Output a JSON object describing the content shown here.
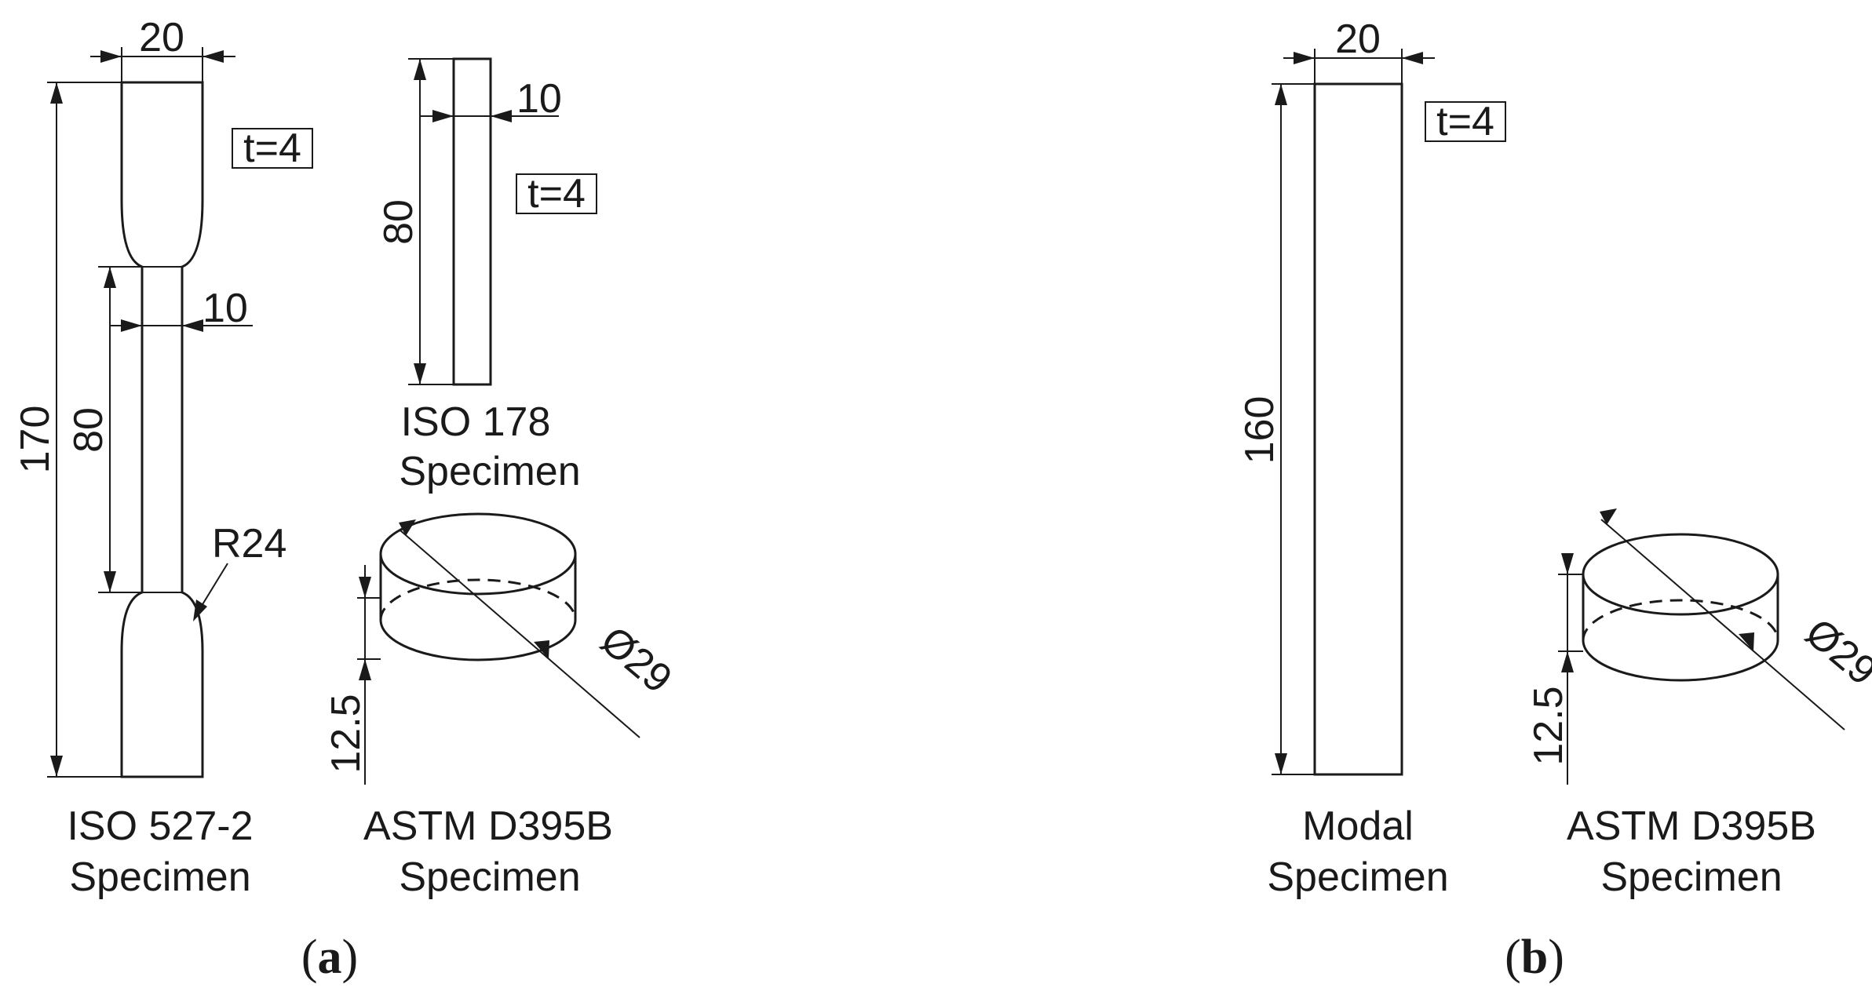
{
  "panel_a": {
    "label_open": "(",
    "label_letter": "a",
    "label_close": ")",
    "iso527": {
      "width": "20",
      "length": "170",
      "gauge_length": "80",
      "gauge_width": "10",
      "radius": "R24",
      "thickness": "t=4",
      "caption_line1": "ISO 527-2",
      "caption_line2": "Specimen"
    },
    "iso178": {
      "length": "80",
      "width": "10",
      "thickness": "t=4",
      "caption_line1": "ISO 178",
      "caption_line2": "Specimen"
    },
    "astm": {
      "height": "12.5",
      "diameter": "Ø29",
      "caption_line1": "ASTM D395B",
      "caption_line2": "Specimen"
    }
  },
  "panel_b": {
    "label_open": "(",
    "label_letter": "b",
    "label_close": ")",
    "modal": {
      "width": "20",
      "length": "160",
      "thickness": "t=4",
      "caption_line1": "Modal",
      "caption_line2": "Specimen"
    },
    "astm": {
      "height": "12.5",
      "diameter": "Ø29",
      "caption_line1": "ASTM D395B",
      "caption_line2": "Specimen"
    }
  }
}
